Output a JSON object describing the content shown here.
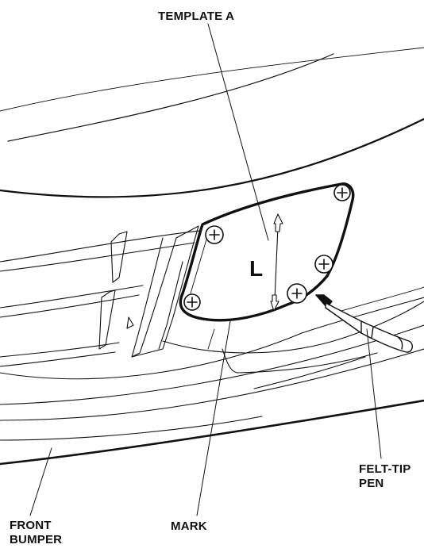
{
  "labels": {
    "template_a": "TEMPLATE A",
    "template_letter": "L",
    "mark": "MARK",
    "felt_tip_pen_line1": "FELT-TIP",
    "felt_tip_pen_line2": "PEN",
    "front_bumper_line1": "FRONT",
    "front_bumper_line2": "BUMPER"
  }
}
